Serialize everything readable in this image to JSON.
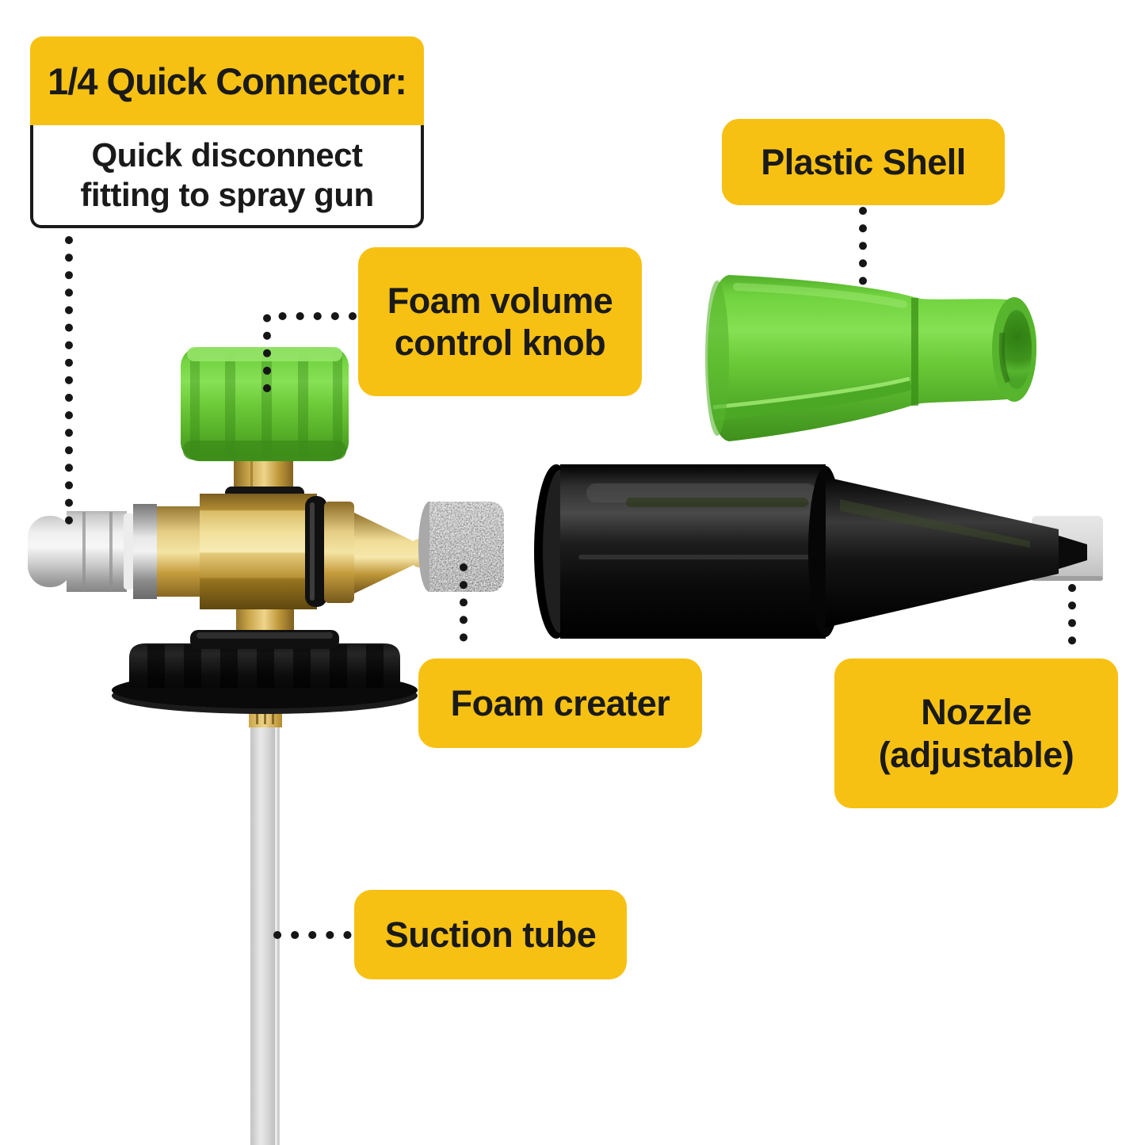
{
  "colors": {
    "label_bg": "#f7c113",
    "label_text": "#1a1a1a",
    "callout_body_bg": "#ffffff",
    "callout_border": "#1a1a1a",
    "green_part": "#6cce3e",
    "brass_part": "#d8b55e",
    "silver_part": "#c9c9c9",
    "black_part": "#111111",
    "tube_part": "#d9d9d9"
  },
  "callouts": {
    "quick_connector": {
      "title": "1/4 Quick Connector:",
      "body": "Quick disconnect\nfitting to spray gun"
    },
    "foam_volume_knob": {
      "label": "Foam volume\ncontrol knob"
    },
    "plastic_shell": {
      "label": "Plastic Shell"
    },
    "foam_creater": {
      "label": "Foam creater"
    },
    "nozzle": {
      "label": "Nozzle\n(adjustable)"
    },
    "suction_tube": {
      "label": "Suction tube"
    }
  },
  "parts": [
    "quick-connector-fitting",
    "foam-volume-control-knob",
    "brass-valve-body",
    "foam-creater-mesh",
    "bottle-cap",
    "suction-tube",
    "plastic-shell",
    "adjustable-nozzle"
  ]
}
